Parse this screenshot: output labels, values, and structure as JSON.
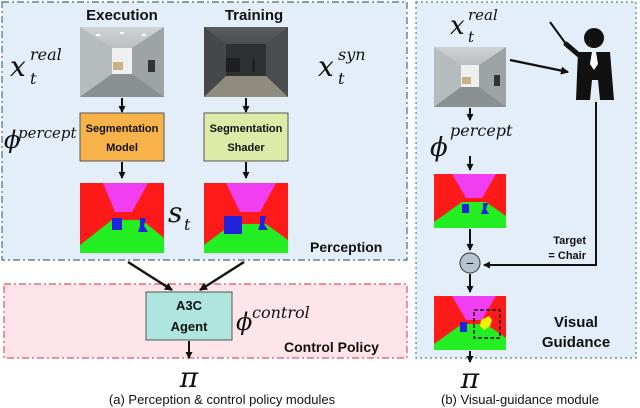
{
  "left_panel": {
    "col_execution": "Execution",
    "col_training": "Training",
    "x_real_base": "x",
    "x_real_sub": "t",
    "x_real_sup": "real",
    "x_syn_base": "x",
    "x_syn_sub": "t",
    "x_syn_sup": "syn",
    "phi_percept_base": "ϕ",
    "phi_percept_sup": "percept",
    "seg_model_line1": "Segmentation",
    "seg_model_line2": "Model",
    "seg_shader_line1": "Segmentation",
    "seg_shader_line2": "Shader",
    "s_base": "s",
    "s_sub": "t",
    "perception_label": "Perception"
  },
  "control_panel": {
    "agent_line1": "A3C",
    "agent_line2": "Agent",
    "phi_control_base": "ϕ",
    "phi_control_sup": "control",
    "control_label": "Control Policy",
    "pi": "π"
  },
  "right_panel": {
    "x_real_base": "x",
    "x_real_sub": "t",
    "x_real_sup": "real",
    "phi_percept_base": "ϕ",
    "phi_percept_sup": "percept",
    "target_line1": "Target",
    "target_line2": "= Chair",
    "minus": "−",
    "visual_line1": "Visual",
    "visual_line2": "Guidance",
    "pi": "π"
  },
  "captions": {
    "left": "(a) Perception & control policy modules",
    "right": "(b) Visual-guidance module"
  },
  "colors": {
    "perception_panel_bg": "#e4eef8",
    "control_panel_bg": "#fde5ea",
    "right_panel_bg": "#e4eef8",
    "seg_model_fill": "#f7b24a",
    "seg_shader_fill": "#ddeba8",
    "agent_fill": "#aee6de",
    "seg_red": "#ff1a1a",
    "seg_magenta": "#f03ef0",
    "seg_green": "#22ee22",
    "seg_blue": "#2222dd",
    "seg_yellow": "#f0f000"
  }
}
